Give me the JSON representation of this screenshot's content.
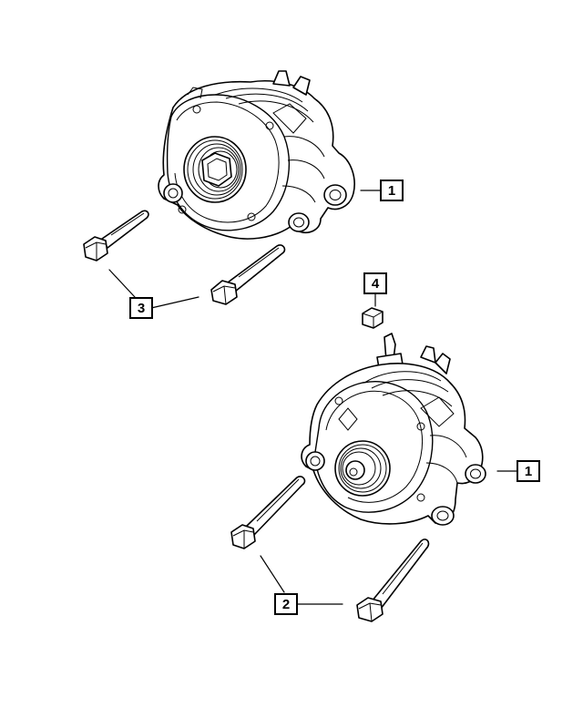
{
  "callouts": {
    "alternator_upper": "1",
    "alternator_lower": "1",
    "bolt_lower": "2",
    "bolt_upper": "3",
    "nut": "4"
  },
  "icons": {
    "alternator_upper": "alternator-icon",
    "alternator_lower": "alternator-icon",
    "bolt": "hex-flange-bolt-icon",
    "nut": "hex-nut-icon"
  }
}
